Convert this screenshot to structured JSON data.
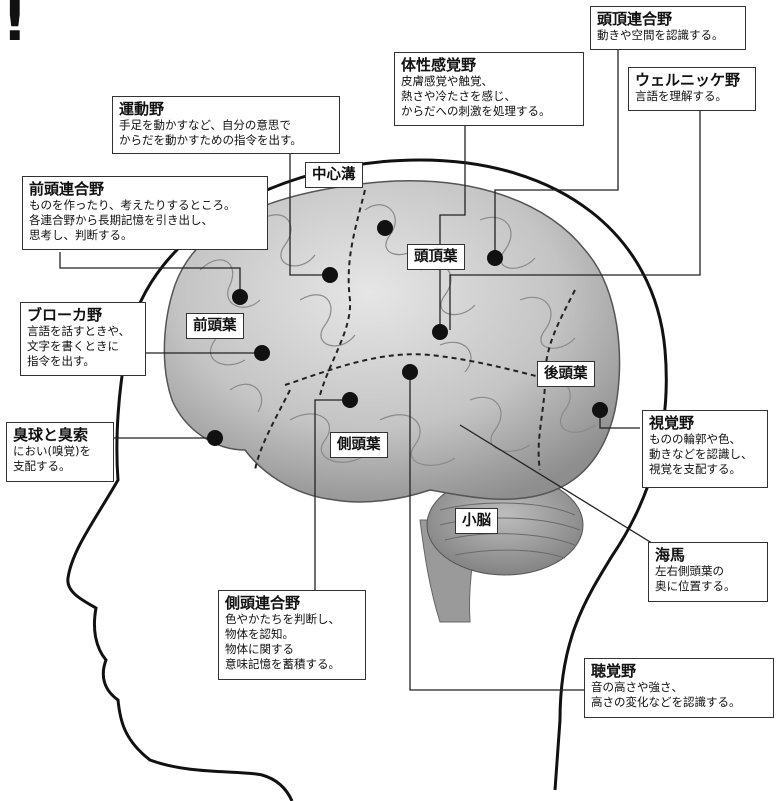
{
  "decoration": {
    "exclaim": "!"
  },
  "lobes": {
    "central_sulcus": "中心溝",
    "parietal": "頭頂葉",
    "frontal": "前頭葉",
    "occipital": "後頭葉",
    "temporal": "側頭葉",
    "cerebellum": "小脳"
  },
  "areas": {
    "parietal_association": {
      "title": "頭頂連合野",
      "desc": "動きや空間を認識する。"
    },
    "somatosensory": {
      "title": "体性感覚野",
      "desc": "皮膚感覚や触覚、\n熱さや冷たさを感じ、\nからだへの刺激を処理する。"
    },
    "wernicke": {
      "title": "ウェルニッケ野",
      "desc": "言語を理解する。"
    },
    "motor": {
      "title": "運動野",
      "desc": "手足を動かすなど、自分の意思で\nからだを動かすための指令を出す。"
    },
    "prefrontal": {
      "title": "前頭連合野",
      "desc": "ものを作ったり、考えたりするところ。\n各連合野から長期記憶を引き出し、\n思考し、判断する。"
    },
    "broca": {
      "title": "ブローカ野",
      "desc": "言語を話すときや、\n文字を書くときに\n指令を出す。"
    },
    "olfactory": {
      "title": "臭球と臭索",
      "desc": "におい(嗅覚)を\n支配する。"
    },
    "visual": {
      "title": "視覚野",
      "desc": "ものの輪郭や色、\n動きなどを認識し、\n視覚を支配する。"
    },
    "hippocampus": {
      "title": "海馬",
      "desc": "左右側頭葉の\n奥に位置する。"
    },
    "temporal_association": {
      "title": "側頭連合野",
      "desc": "色やかたちを判断し、\n物体を認知。\n物体に関する\n意味記憶を蓄積する。"
    },
    "auditory": {
      "title": "聴覚野",
      "desc": "音の高さや強さ、\n高さの変化などを認識する。"
    }
  }
}
